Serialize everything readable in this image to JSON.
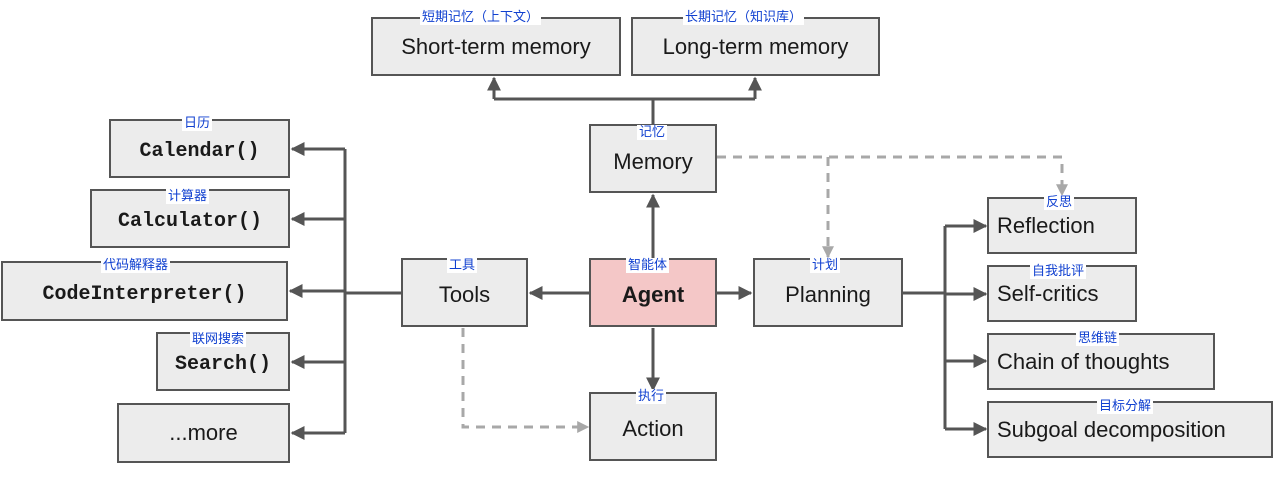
{
  "nodes": {
    "short_term": {
      "label": "Short-term memory",
      "tag": "短期记忆（上下文）"
    },
    "long_term": {
      "label": "Long-term memory",
      "tag": "长期记忆（知识库）"
    },
    "memory": {
      "label": "Memory",
      "tag": "记忆"
    },
    "calendar": {
      "label": "Calendar()",
      "tag": "日历"
    },
    "calculator": {
      "label": "Calculator()",
      "tag": "计算器"
    },
    "code_interpreter": {
      "label": "CodeInterpreter()",
      "tag": "代码解释器"
    },
    "search": {
      "label": "Search()",
      "tag": "联网搜索"
    },
    "more": {
      "label": "...more"
    },
    "tools": {
      "label": "Tools",
      "tag": "工具"
    },
    "agent": {
      "label": "Agent",
      "tag": "智能体"
    },
    "planning": {
      "label": "Planning",
      "tag": "计划"
    },
    "action": {
      "label": "Action",
      "tag": "执行"
    },
    "reflection": {
      "label": "Reflection",
      "tag": "反思"
    },
    "self_critics": {
      "label": "Self-critics",
      "tag": "自我批评"
    },
    "chain_of_thoughts": {
      "label": "Chain of thoughts",
      "tag": "思维链"
    },
    "subgoal": {
      "label": "Subgoal decomposition",
      "tag": "目标分解"
    }
  },
  "colors": {
    "node_fill": "#ececec",
    "agent_fill": "#f4c7c7",
    "border": "#555555",
    "tag_text": "#1040d0",
    "dashed_edge": "#a8a8a8"
  }
}
